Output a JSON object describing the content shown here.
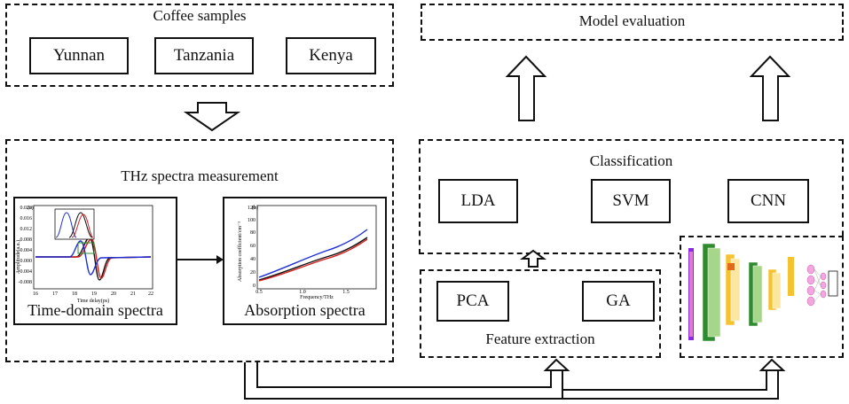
{
  "coffee_samples": {
    "title": "Coffee samples",
    "items": [
      "Yunnan",
      "Tanzania",
      "Kenya"
    ]
  },
  "model_evaluation": {
    "title": "Model evaluation"
  },
  "thz": {
    "title": "THz spectra measurement",
    "time_domain": {
      "caption": "Time-domain spectra",
      "panel_label": "(a)",
      "ylabel": "Amplitude(a.u.)",
      "xlabel": "Time delay(ps)",
      "xticks": [
        "16",
        "17",
        "18",
        "19",
        "20",
        "21",
        "22"
      ],
      "yticks": [
        "0.020",
        "0.016",
        "0.012",
        "0.008",
        "0.004",
        "0.000",
        "-0.004",
        "-0.008"
      ]
    },
    "absorption": {
      "caption": "Absorption spectra",
      "panel_label": "(b)",
      "ylabel": "Absorption coefficient/cm⁻¹",
      "xlabel": "Frequency/THz",
      "xticks": [
        "0.5",
        "1.0",
        "1.5"
      ],
      "yticks": [
        "120",
        "100",
        "80",
        "60",
        "40",
        "20",
        "0"
      ]
    }
  },
  "classification": {
    "title": "Classification",
    "items": [
      "LDA",
      "SVM",
      "CNN"
    ]
  },
  "feature_extraction": {
    "title": "Feature extraction",
    "items": [
      "PCA",
      "GA"
    ]
  },
  "colors": {
    "blue": "#1f2fd6",
    "red": "#d61f1f",
    "black": "#111111",
    "green": "#2e8b2e",
    "yellow": "#f5c230",
    "pink": "#e07ad0",
    "purple": "#8a2be2"
  }
}
